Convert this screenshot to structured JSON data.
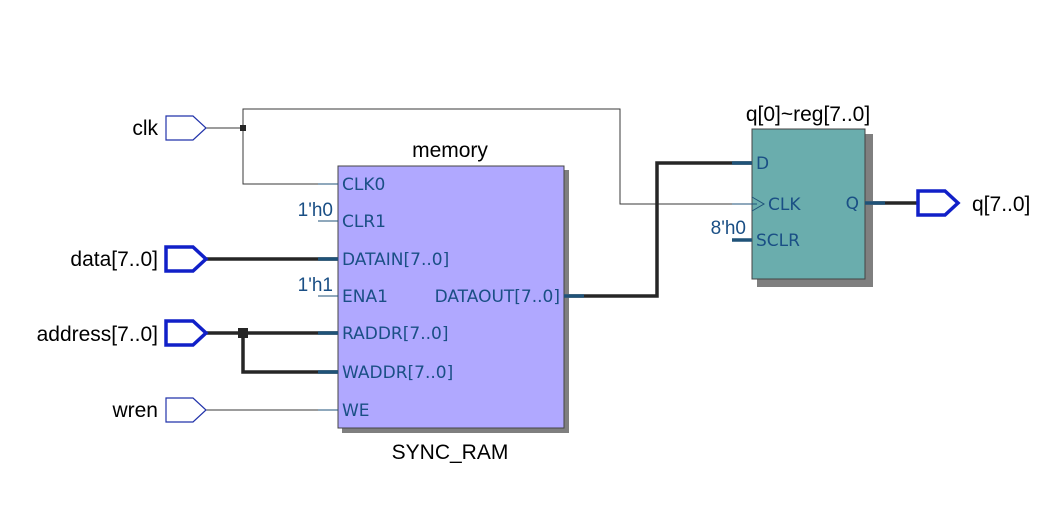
{
  "inputs": {
    "clk": "clk",
    "data": "data[7..0]",
    "address": "address[7..0]",
    "wren": "wren"
  },
  "output": {
    "q": "q[7..0]"
  },
  "memory": {
    "instance_name": "memory",
    "type_name": "SYNC_RAM",
    "fill_color": "#b0a8ff",
    "ports": {
      "clk0": "CLK0",
      "clr1": "CLR1",
      "datain": "DATAIN[7..0]",
      "ena1": "ENA1",
      "dataout": "DATAOUT[7..0]",
      "raddr": "RADDR[7..0]",
      "waddr": "WADDR[7..0]",
      "we": "WE"
    },
    "constants": {
      "clr1": "1'h0",
      "ena1": "1'h1"
    }
  },
  "register": {
    "instance_name": "q[0]~reg[7..0]",
    "fill_color": "#6aadad",
    "ports": {
      "d": "D",
      "clk": "CLK",
      "q": "Q",
      "sclr": "SCLR"
    },
    "constants": {
      "sclr": "8'h0"
    }
  }
}
